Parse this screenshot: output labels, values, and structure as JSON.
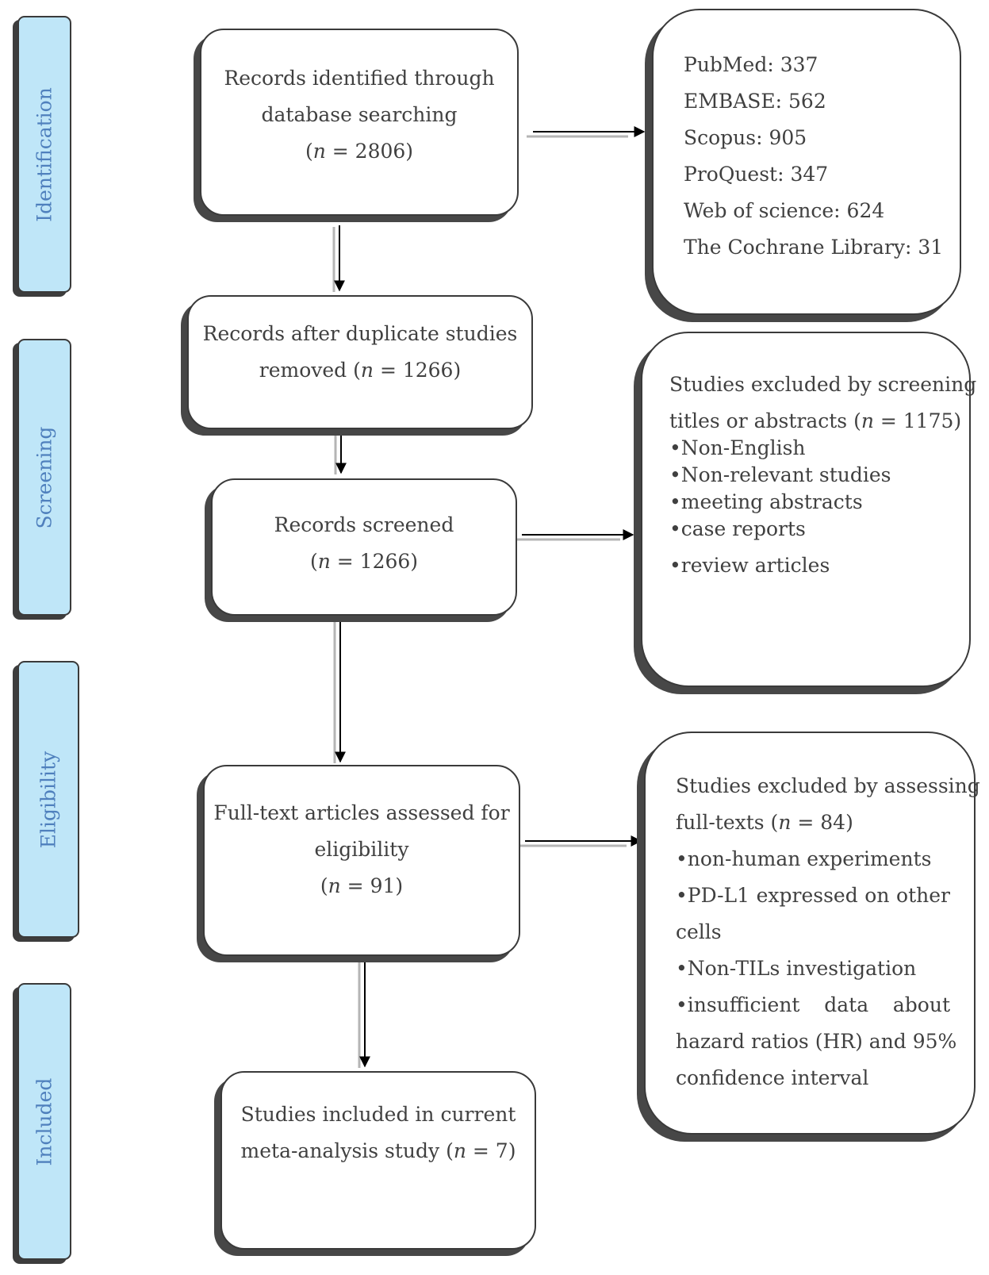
{
  "phases": {
    "identification": "Identification",
    "screening": "Screening",
    "eligibility": "Eligibility",
    "included": "Included"
  },
  "identified": {
    "line1": "Records identified through",
    "line2": "database searching",
    "n_open": "(",
    "n_symbol": "n",
    "n_rest": " = 2806)"
  },
  "databases": [
    "PubMed: 337",
    "EMBASE: 562",
    "Scopus: 905",
    "ProQuest: 347",
    "Web of science: 624",
    "The Cochrane Library: 31"
  ],
  "deduplicated": {
    "line1": "Records after duplicate studies",
    "line2_pre": "removed (",
    "n_symbol": "n",
    "n_rest": " = 1266)"
  },
  "screened": {
    "line1": "Records screened",
    "n_open": "(",
    "n_symbol": "n",
    "n_rest": " = 1266)"
  },
  "screen_excluded": {
    "line1": "Studies excluded by screening",
    "line2_pre": "titles or abstracts (",
    "n_symbol": "n",
    "n_rest": " = 1175)",
    "bullets": [
      "•Non-English",
      "•Non-relevant studies",
      "•meeting abstracts",
      "•case reports",
      "•review articles"
    ]
  },
  "fulltext": {
    "line1": "Full-text articles assessed for",
    "line2": "eligibility",
    "n_open": "(",
    "n_symbol": "n",
    "n_rest": " = 91)"
  },
  "fulltext_excluded": {
    "line1": "Studies excluded by assessing",
    "line2_pre": "full-texts (",
    "n_symbol": "n",
    "n_rest": " = 84)",
    "line3": "•non-human experiments",
    "line4": "•PD-L1 expressed on other",
    "line5": "cells",
    "line6": "•Non-TILs investigation",
    "line7": "•insufficient data about",
    "line8": "hazard ratios (HR) and 95%",
    "line9": "confidence interval"
  },
  "included": {
    "line1": "Studies included in current",
    "line2_pre": "meta-analysis study (",
    "n_symbol": "n",
    "n_rest": " = 7)"
  }
}
